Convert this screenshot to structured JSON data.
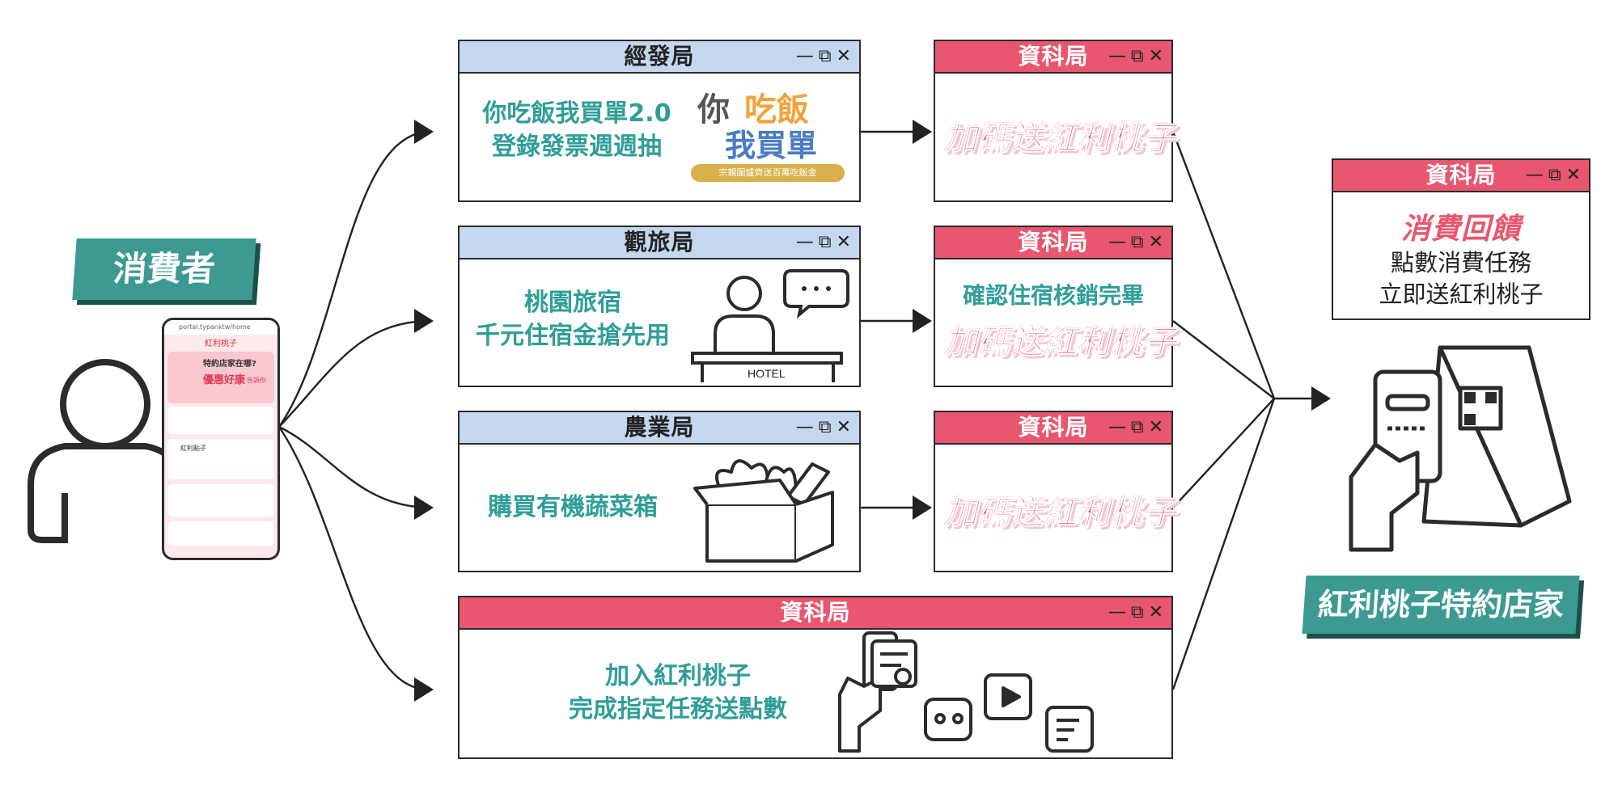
{
  "consumer": {
    "label": "消費者"
  },
  "phone": {
    "url": "portal.typanktw/home",
    "app_name": "紅利桃子",
    "banner_q": "特約店家在哪?",
    "banner_main": "優惠好康",
    "banner_sub": "告訴你",
    "points_label": "紅利點子"
  },
  "windows": {
    "econ": {
      "title": "經發局",
      "lines": [
        "你吃飯我買單2.0",
        "登錄發票週週抽"
      ],
      "logo_top": "你",
      "logo_top2": "吃飯",
      "logo_bottom": "我買單",
      "logo_ribbon": "宗親圍爐齊送百萬吃飯金"
    },
    "tourism": {
      "title": "觀旅局",
      "lines": [
        "桃園旅宿",
        "千元住宿金搶先用"
      ],
      "hotel_sign": "HOTEL"
    },
    "agri": {
      "title": "農業局",
      "lines": [
        "購買有機蔬菜箱"
      ]
    },
    "dit1": {
      "title": "資科局",
      "promo": "加碼送紅利桃子"
    },
    "dit2": {
      "title": "資科局",
      "line": "確認住宿核銷完畢",
      "promo": "加碼送紅利桃子"
    },
    "dit3": {
      "title": "資科局",
      "promo": "加碼送紅利桃子"
    },
    "dit_wide": {
      "title": "資科局",
      "lines": [
        "加入紅利桃子",
        "完成指定任務送點數"
      ]
    },
    "feedback": {
      "title": "資科局",
      "heading": "消費回饋",
      "lines": [
        "點數消費任務",
        "立即送紅利桃子"
      ]
    }
  },
  "store": {
    "label": "紅利桃子特約店家"
  },
  "colors": {
    "accent_blue": "#c5d7ee",
    "accent_pink": "#e8566f",
    "teal": "#3d9a93",
    "teal_text": "#2f9e98"
  },
  "icons": [
    "minimize-icon",
    "restore-icon",
    "close-icon",
    "person-icon",
    "phone-icon",
    "hotel-clerk-icon",
    "chat-bubble-icon",
    "vegetable-box-icon",
    "hand-phone-icon",
    "checklist-icon",
    "gamepad-icon",
    "video-icon",
    "document-edit-icon",
    "qr-tent-icon"
  ]
}
